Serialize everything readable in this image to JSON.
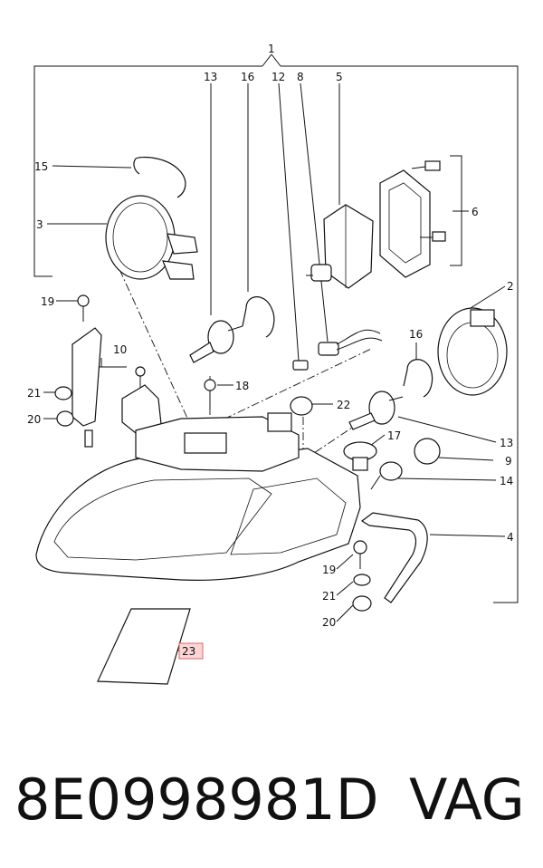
{
  "callouts": {
    "c1": "1",
    "c2": "2",
    "c3": "3",
    "c4": "4",
    "c5": "5",
    "c6": "6",
    "c8": "8",
    "c9": "9",
    "c10": "10",
    "c12": "12",
    "c13a": "13",
    "c13b": "13",
    "c14": "14",
    "c15": "15",
    "c16a": "16",
    "c16b": "16",
    "c17": "17",
    "c18": "18",
    "c19a": "19",
    "c19b": "19",
    "c20a": "20",
    "c20b": "20",
    "c21a": "21",
    "c21b": "21",
    "c22": "22",
    "c23": "23"
  },
  "highlight": {
    "color": "#fbd5d5",
    "border": "#e06666"
  },
  "caption": {
    "part_number": "8E0998981D",
    "brand": "VAG"
  }
}
